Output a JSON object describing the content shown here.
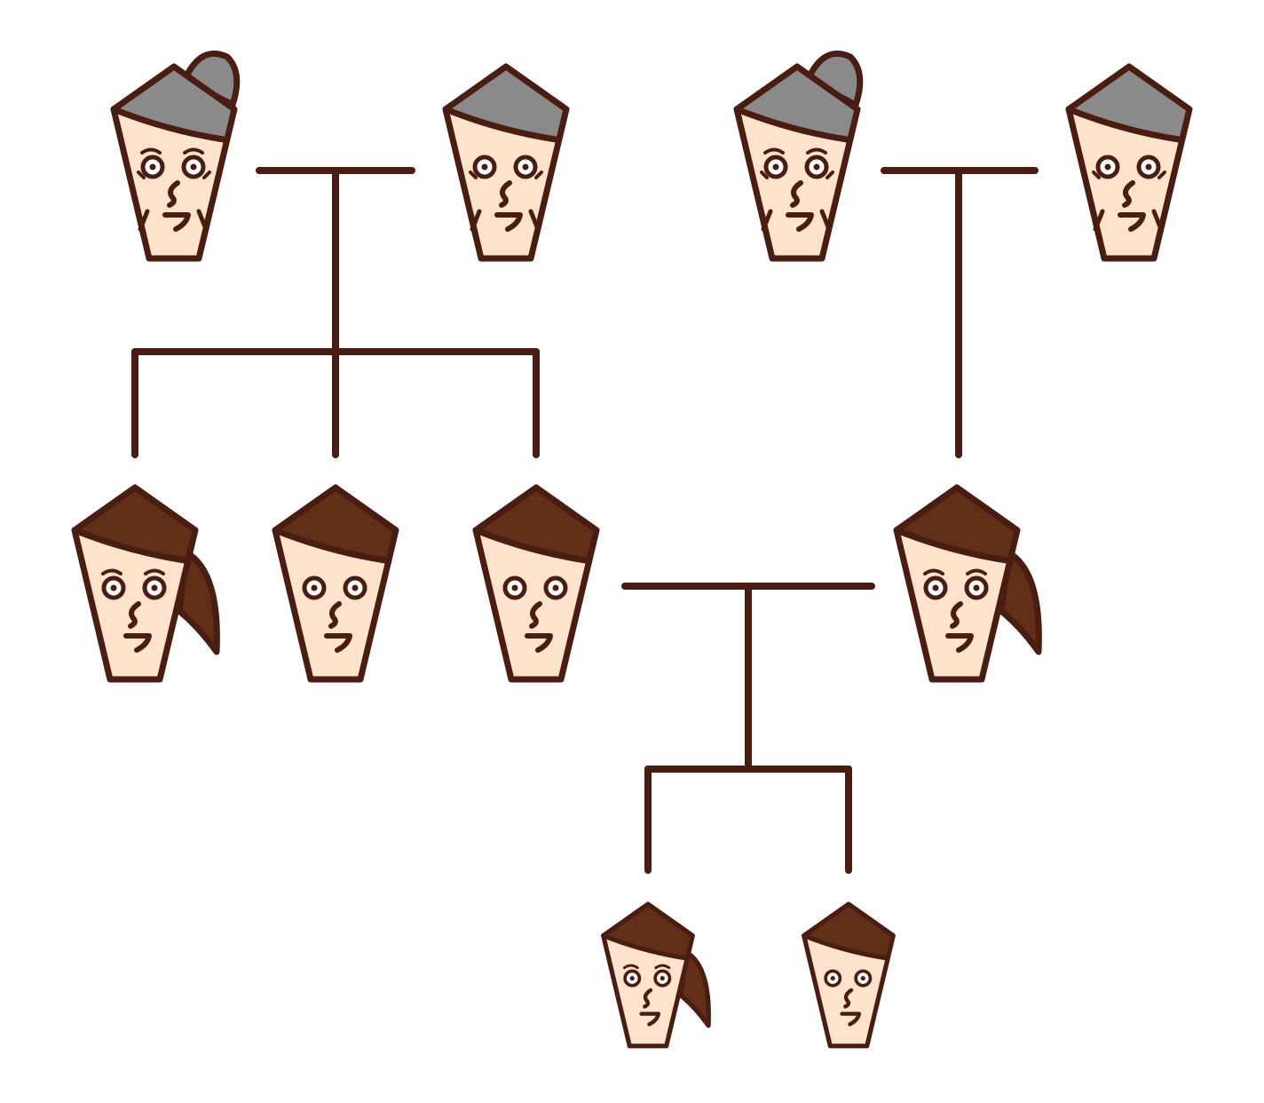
{
  "diagram": {
    "type": "family-tree",
    "colors": {
      "line": "#4a1d12",
      "skin": "#fde3cc",
      "hair_elder": "#8a8a8a",
      "hair_young": "#612e17",
      "background": "#ffffff"
    },
    "people": [
      {
        "id": "grandmother-paternal",
        "generation": 1,
        "gender": "female",
        "age": "elder",
        "hair": "bun"
      },
      {
        "id": "grandfather-paternal",
        "generation": 1,
        "gender": "male",
        "age": "elder",
        "hair": "short"
      },
      {
        "id": "grandmother-maternal",
        "generation": 1,
        "gender": "female",
        "age": "elder",
        "hair": "bun"
      },
      {
        "id": "grandfather-maternal",
        "generation": 1,
        "gender": "male",
        "age": "elder",
        "hair": "short"
      },
      {
        "id": "aunt",
        "generation": 2,
        "gender": "female",
        "age": "adult",
        "hair": "ponytail"
      },
      {
        "id": "uncle",
        "generation": 2,
        "gender": "male",
        "age": "adult",
        "hair": "short"
      },
      {
        "id": "father",
        "generation": 2,
        "gender": "male",
        "age": "adult",
        "hair": "short"
      },
      {
        "id": "mother",
        "generation": 2,
        "gender": "female",
        "age": "adult",
        "hair": "ponytail"
      },
      {
        "id": "daughter",
        "generation": 3,
        "gender": "female",
        "age": "child",
        "hair": "ponytail"
      },
      {
        "id": "son",
        "generation": 3,
        "gender": "male",
        "age": "child",
        "hair": "short"
      }
    ],
    "couples": [
      [
        "grandmother-paternal",
        "grandfather-paternal"
      ],
      [
        "grandmother-maternal",
        "grandfather-maternal"
      ],
      [
        "father",
        "mother"
      ]
    ],
    "children": [
      {
        "parents": [
          "grandmother-paternal",
          "grandfather-paternal"
        ],
        "kids": [
          "aunt",
          "uncle",
          "father"
        ]
      },
      {
        "parents": [
          "grandmother-maternal",
          "grandfather-maternal"
        ],
        "kids": [
          "mother"
        ]
      },
      {
        "parents": [
          "father",
          "mother"
        ],
        "kids": [
          "daughter",
          "son"
        ]
      }
    ]
  }
}
